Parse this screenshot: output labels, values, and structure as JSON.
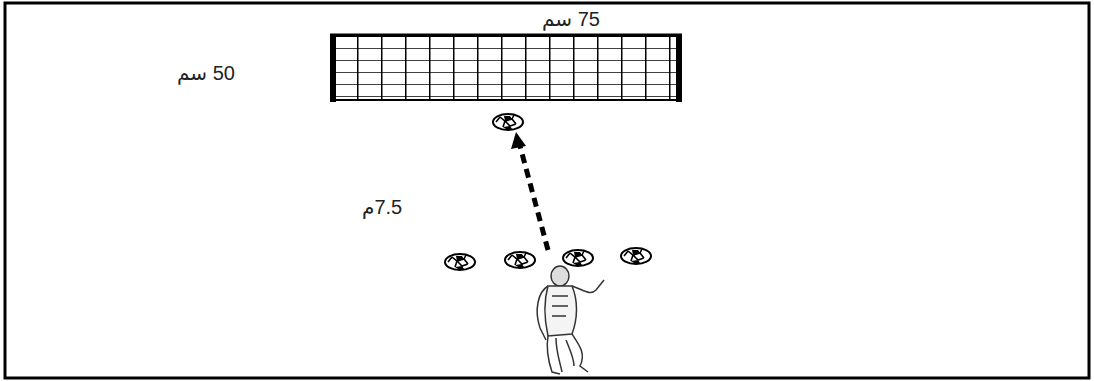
{
  "diagram": {
    "labels": [
      "75 سم",
      "50 سم",
      "7.5م"
    ]
  }
}
